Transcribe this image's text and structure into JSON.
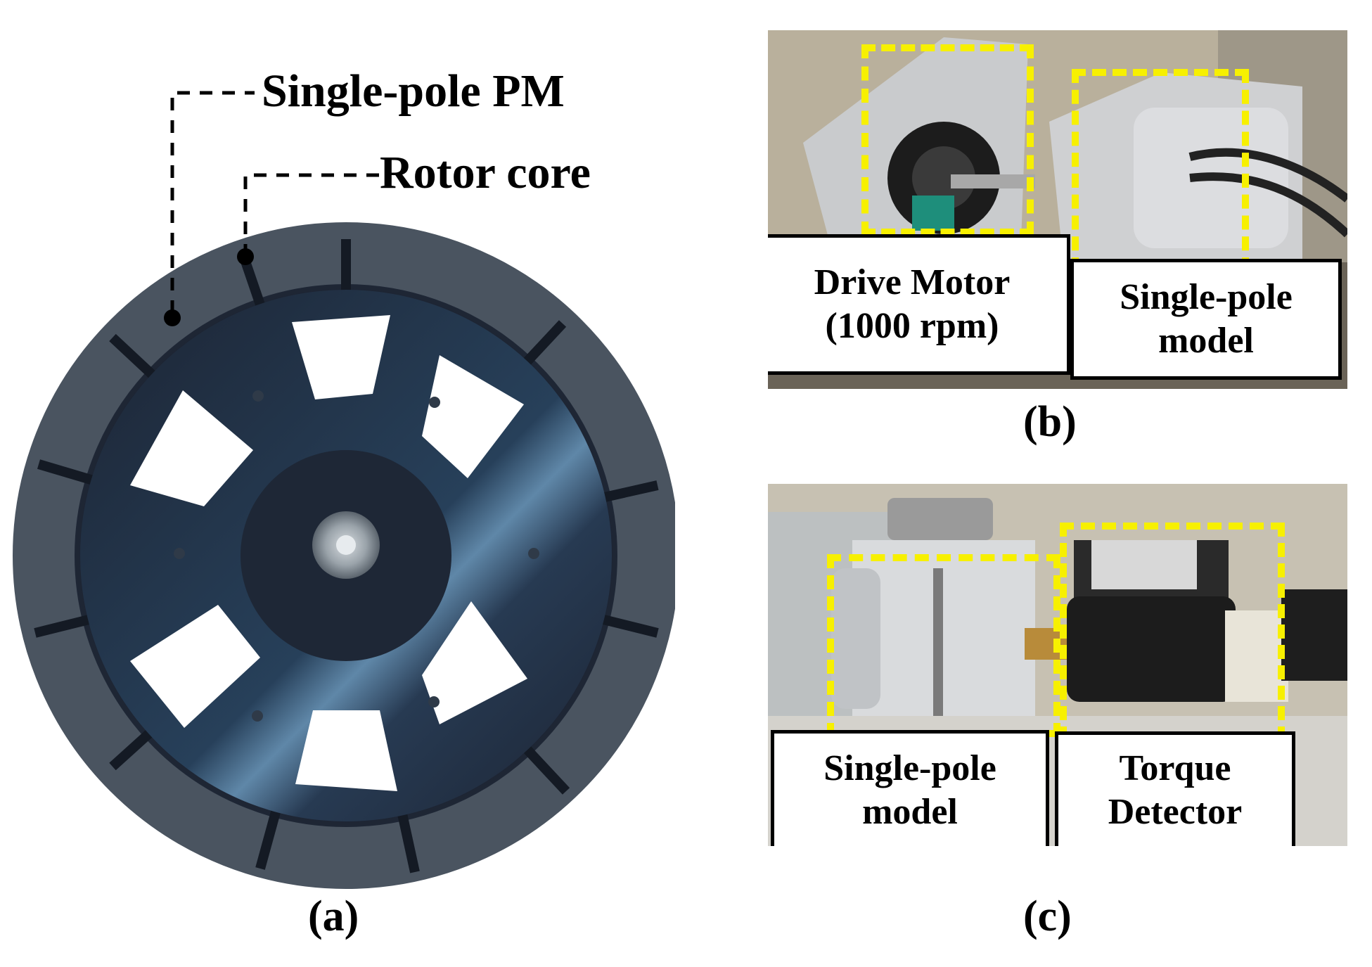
{
  "panel_a": {
    "caption": "(a)",
    "label_pm": "Single-pole PM",
    "label_core": "Rotor core"
  },
  "panel_b": {
    "caption": "(b)",
    "label_motor_line1": "Drive Motor",
    "label_motor_line2": "(1000 rpm)",
    "label_model_line1": "Single-pole",
    "label_model_line2": "model"
  },
  "panel_c": {
    "caption": "(c)",
    "label_model_line1": "Single-pole",
    "label_model_line2": "model",
    "label_torque_line1": "Torque",
    "label_torque_line2": "Detector"
  },
  "colors": {
    "highlight": "#f7f000",
    "rotor": "#1c2433",
    "magnet": "#46505c"
  }
}
